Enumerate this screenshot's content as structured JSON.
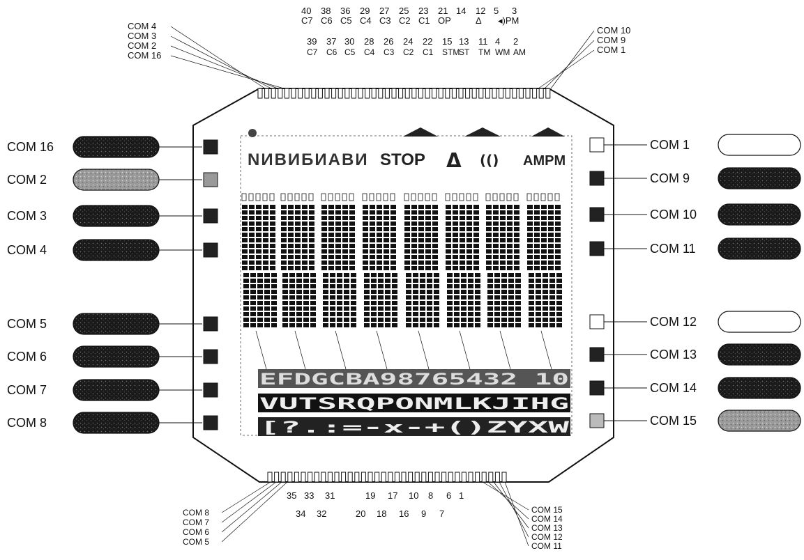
{
  "com_left": [
    {
      "label": "COM 16",
      "pill": "dark"
    },
    {
      "label": "COM  2",
      "pill": "grey"
    },
    {
      "label": "COM  3",
      "pill": "dark"
    },
    {
      "label": "COM  4",
      "pill": "dark"
    },
    {
      "label": "COM  5",
      "pill": "dark"
    },
    {
      "label": "COM  6",
      "pill": "dark"
    },
    {
      "label": "COM  7",
      "pill": "dark"
    },
    {
      "label": "COM  8",
      "pill": "dark"
    }
  ],
  "com_right": [
    {
      "label": "COM  1",
      "pill": "white"
    },
    {
      "label": "COM  9",
      "pill": "dark"
    },
    {
      "label": "COM 10",
      "pill": "dark"
    },
    {
      "label": "COM 11",
      "pill": "dark"
    },
    {
      "label": "COM 12",
      "pill": "white"
    },
    {
      "label": "COM 13",
      "pill": "dark"
    },
    {
      "label": "COM 14",
      "pill": "dark"
    },
    {
      "label": "COM 15",
      "pill": "grey"
    }
  ],
  "top_left_labels": [
    "COM  4",
    "COM  3",
    "COM  2",
    "COM 16"
  ],
  "top_right_labels": [
    "COM 10",
    "COM  9",
    "COM  1"
  ],
  "top_pins_row1": [
    "40",
    "38",
    "36",
    "29",
    "27",
    "25",
    "23",
    "21",
    "14",
    "12",
    "5",
    "3"
  ],
  "top_pins_row2": [
    "C7",
    "C6",
    "C5",
    "C4",
    "C3",
    "C2",
    "C1",
    "OP",
    "Δ",
    "◂)PM"
  ],
  "top_pins_row3": [
    "39",
    "37",
    "30",
    "28",
    "26",
    "24",
    "22",
    "15",
    "13",
    "11",
    "4",
    "2"
  ],
  "top_pins_row4": [
    "C7",
    "C6",
    "C5",
    "C4",
    "C3",
    "C2",
    "C1",
    "STM",
    "ST",
    "TM",
    "WM",
    "AM"
  ],
  "bottom_left_labels": [
    "COM 8",
    "COM 7",
    "COM 6",
    "COM 5"
  ],
  "bottom_right_labels": [
    "COM 15",
    "COM 14",
    "COM 13",
    "COM 12",
    "COM 11"
  ],
  "bottom_pins_row1": [
    "35",
    "33",
    "31",
    "19",
    "17",
    "10",
    "8",
    "6",
    "1"
  ],
  "bottom_pins_row2": [
    "34",
    "32",
    "20",
    "18",
    "16",
    "9",
    "7"
  ],
  "display_text": {
    "mirrored_top": "NИВИБИАВИ",
    "stop": "STOP",
    "alarm": "Δ",
    "sound": "(()",
    "ampm": "AMPM",
    "row1": "EFDGCBA98765432 10",
    "row2": "VUTSRQPONMLKJIHG",
    "row3": "[?.:=-x-+()ZYXW"
  }
}
